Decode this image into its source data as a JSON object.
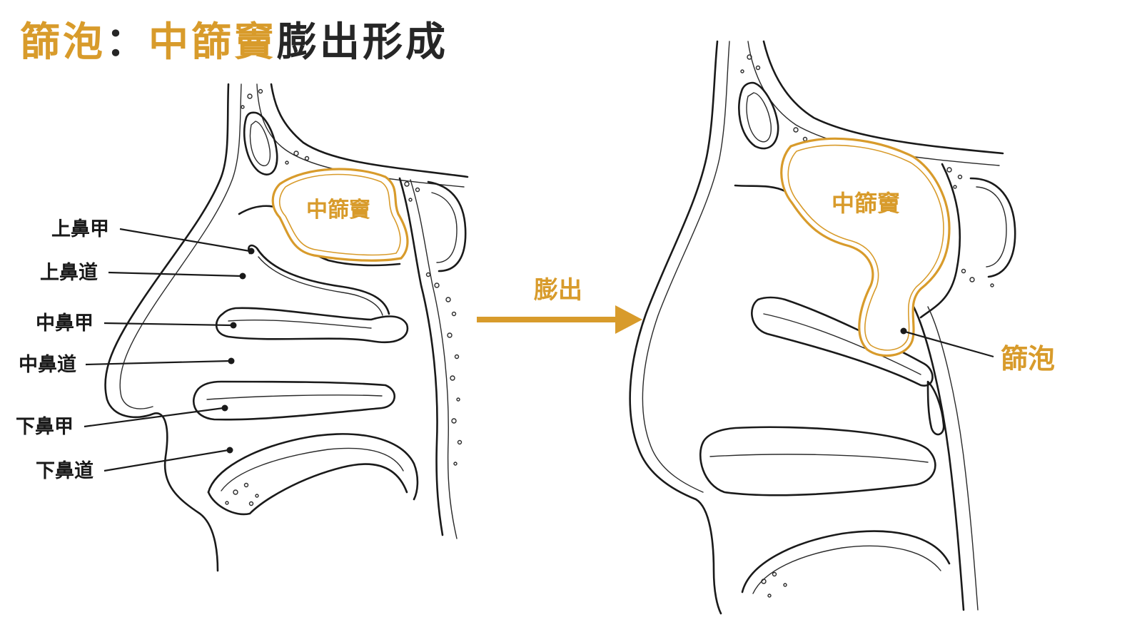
{
  "title": {
    "part1": "篩泡",
    "colon": "：",
    "part2": "中篩竇",
    "part3": "膨出形成"
  },
  "left_diagram": {
    "sinus_label": "中篩竇",
    "labels": [
      "上鼻甲",
      "上鼻道",
      "中鼻甲",
      "中鼻道",
      "下鼻甲",
      "下鼻道"
    ]
  },
  "arrow": {
    "label": "膨出"
  },
  "right_diagram": {
    "sinus_label": "中篩竇",
    "bulla_label": "篩泡"
  },
  "colors": {
    "accent": "#d89b2b",
    "ink": "#1a1a1a",
    "background": "#ffffff"
  }
}
